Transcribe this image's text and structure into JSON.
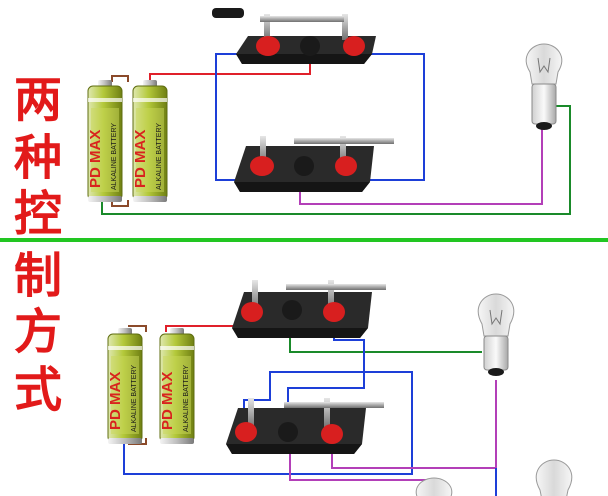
{
  "title": {
    "chars": [
      "两",
      "种",
      "控",
      "制",
      "方",
      "式"
    ]
  },
  "battery": {
    "brand": "PD MAX",
    "type_text": "ALKALINE BATTERY",
    "label_color": "#d8241e",
    "body_color": "#a3b818"
  },
  "colors": {
    "divider": "#22c622",
    "wire_red": "#e0202a",
    "wire_blue": "#1d3fd8",
    "wire_green": "#1a8a2a",
    "wire_purple": "#b33fb8",
    "wire_brown": "#8b4a2a",
    "terminal_red": "#d81f1f",
    "terminal_black": "#1a1a1a",
    "switch_base": "#2a2a2a",
    "title_red": "#e21a1a"
  },
  "icons": {
    "battery": "battery-icon",
    "knife_switch": "knife-switch-icon",
    "bulb": "light-bulb-icon"
  }
}
